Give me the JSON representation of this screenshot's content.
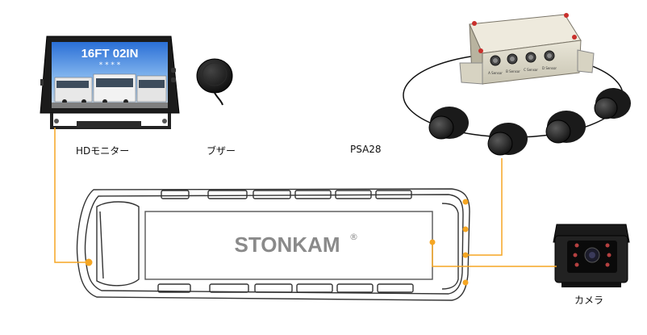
{
  "labels": {
    "monitor": "HDモニター",
    "buzzer": "ブザー",
    "radar": "PSA28",
    "camera": "カメラ"
  },
  "monitor_screen": {
    "distance_text": "16FT  02IN",
    "stars": "*  *  *  *"
  },
  "bus": {
    "brand": "STONKAM",
    "trademark": "®"
  },
  "control_box": {
    "ports": [
      "A Sensor",
      "B Sensor",
      "C Sensor",
      "D Sensor"
    ]
  },
  "colors": {
    "wire": "#f5a623",
    "outline": "#333333",
    "brand_text": "#8a8a8a"
  }
}
